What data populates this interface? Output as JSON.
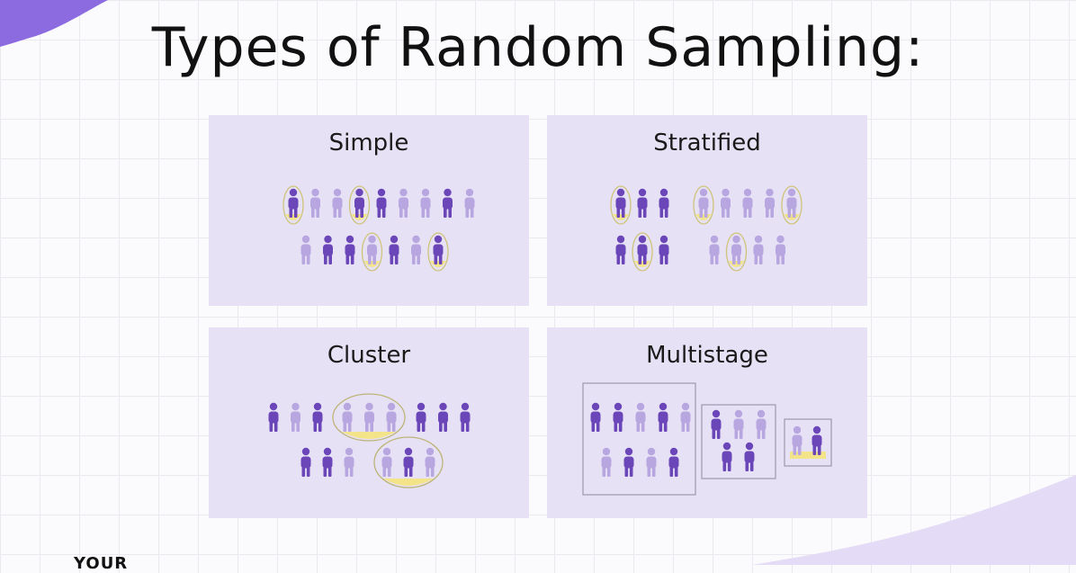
{
  "title": "Types of Random Sampling:",
  "panels": {
    "simple": {
      "label": "Simple"
    },
    "stratified": {
      "label": "Stratified"
    },
    "cluster": {
      "label": "Cluster"
    },
    "multistage": {
      "label": "Multistage"
    }
  },
  "logo": "YOUR",
  "colors": {
    "dark_person": "#6b46b8",
    "light_person": "#b7a6e0",
    "panel_bg": "#e6e1f5",
    "highlight": "#f3e48a",
    "accent_blob": "#8c6be0"
  }
}
